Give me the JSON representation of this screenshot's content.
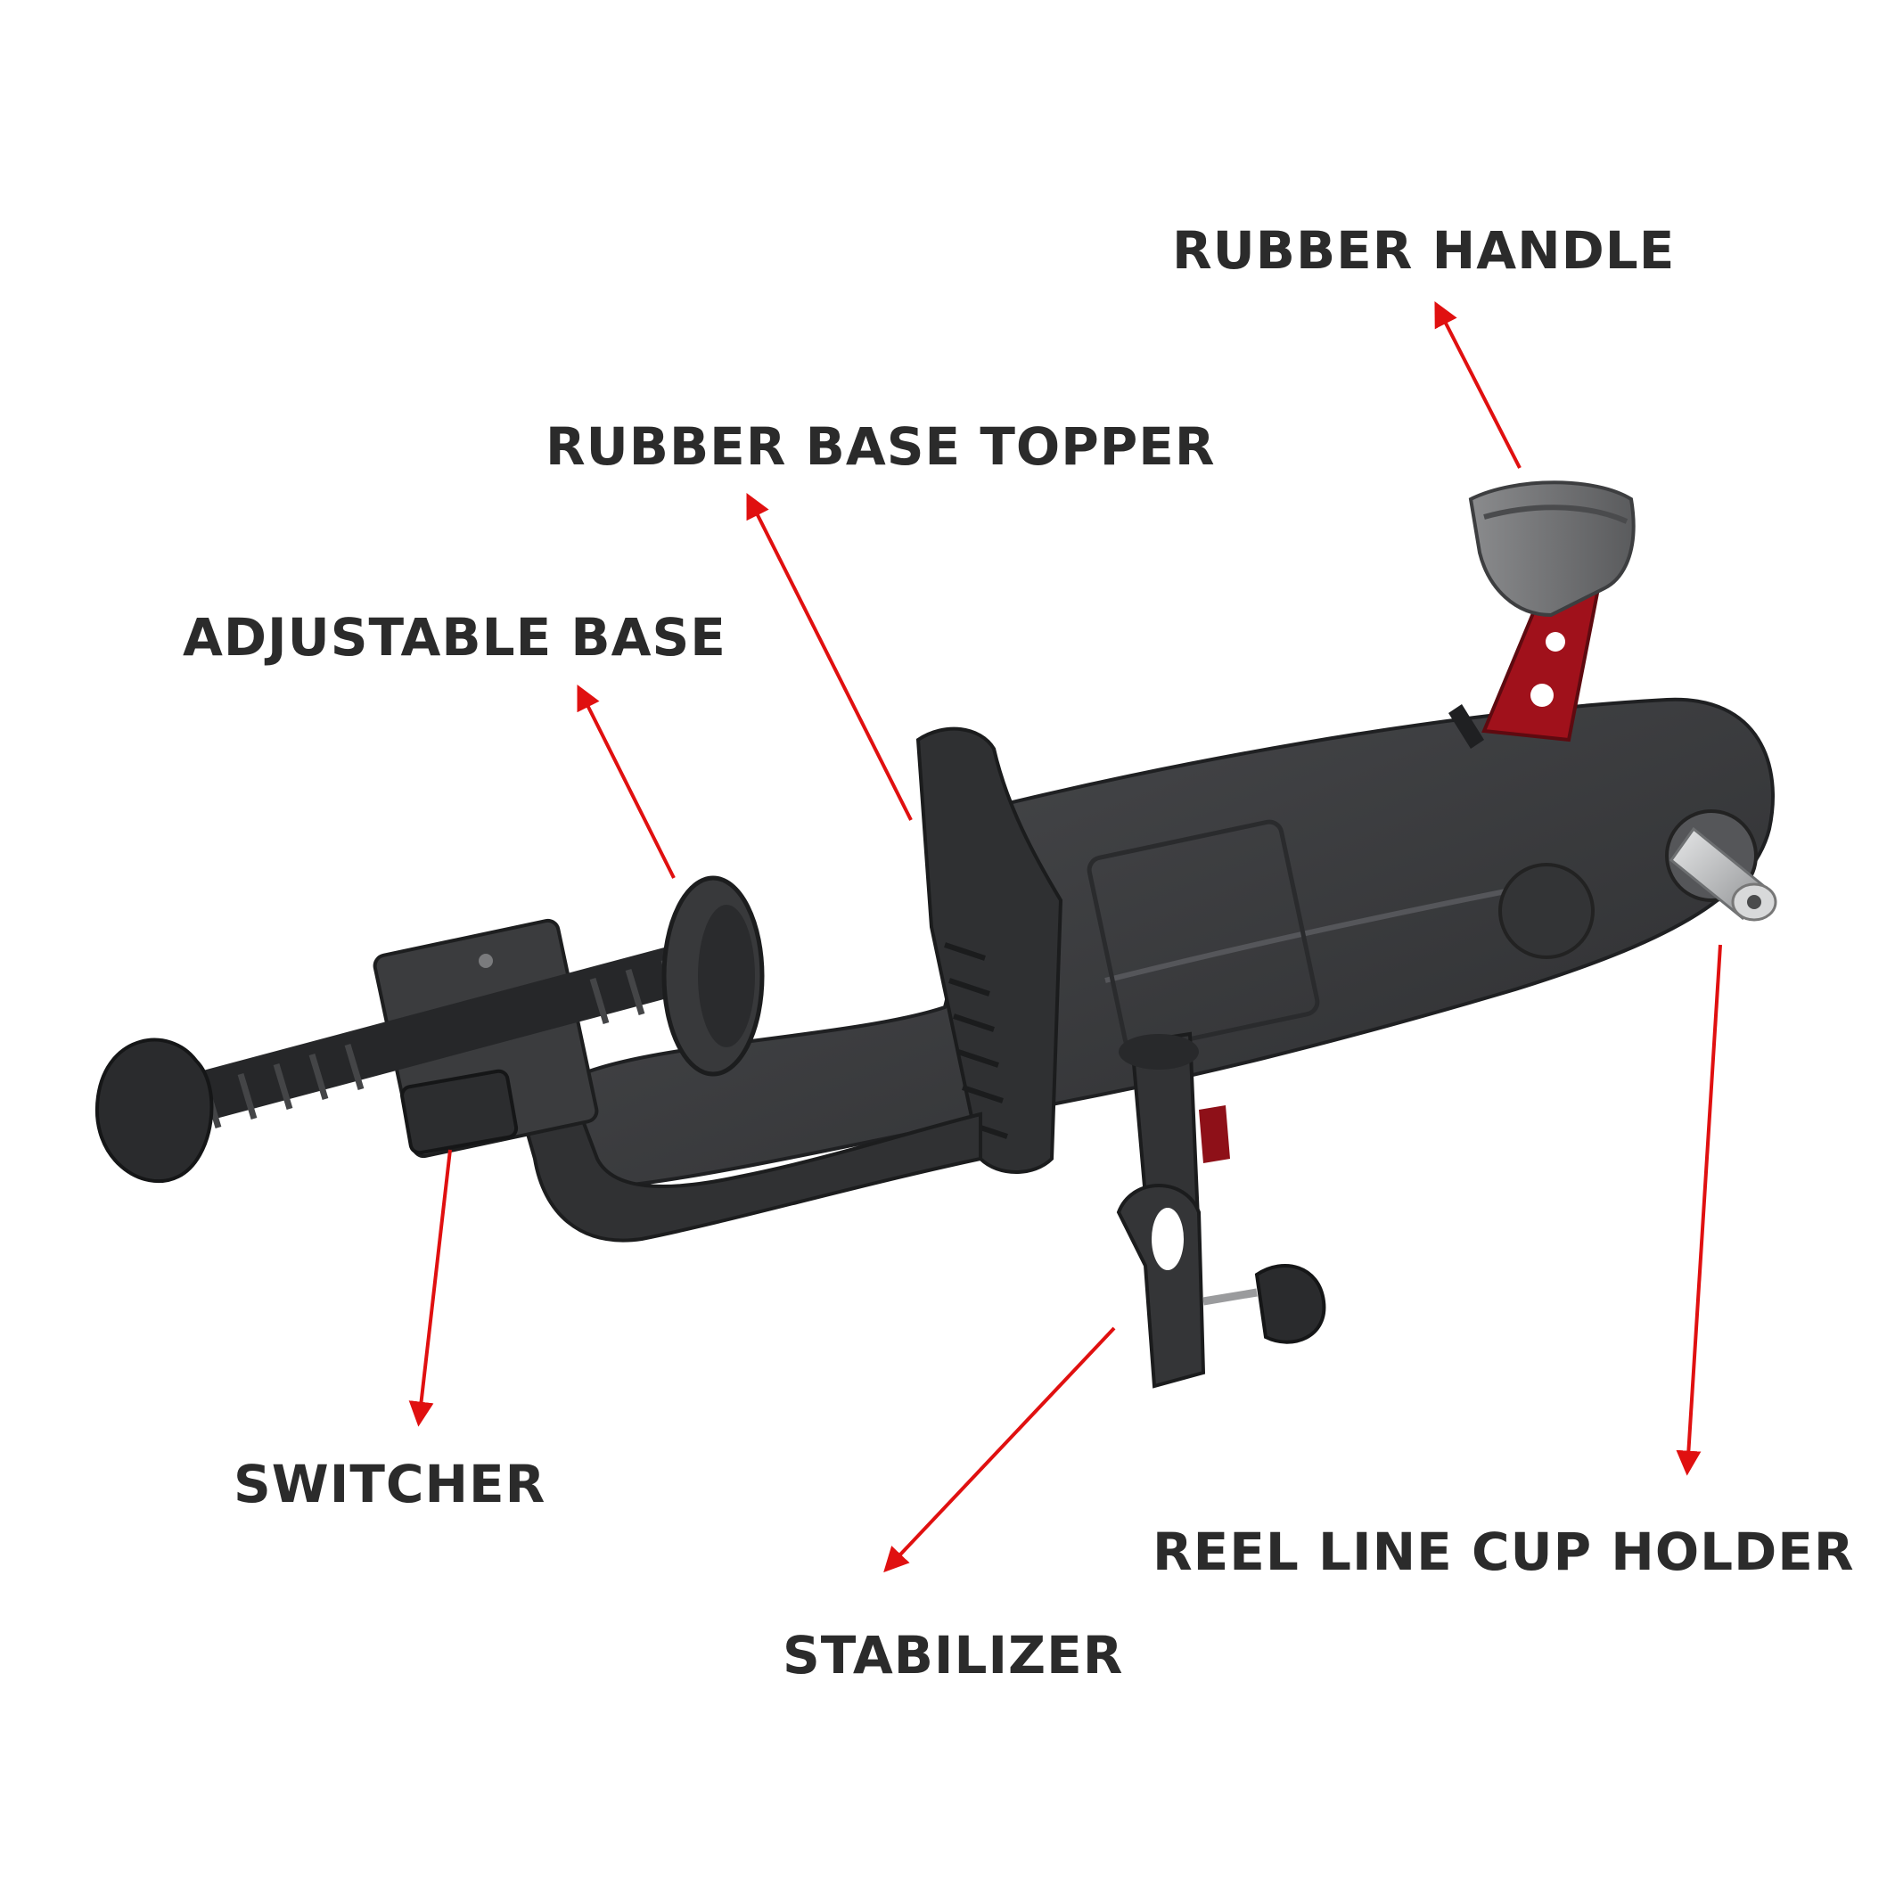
{
  "colors": {
    "background": "#ffffff",
    "label_text": "#2b2b2b",
    "arrow": "#e01010",
    "body_plastic": "#3a3b3d",
    "body_edge": "#1f2022",
    "handle_arm": "#a0111b",
    "rubber_grip": "#6e6f71",
    "steel": "#b9bbbd"
  },
  "labels": {
    "rubber_handle": "RUBBER HANDLE",
    "rubber_base_topper": "RUBBER BASE TOPPER",
    "adjustable_base": "ADJUSTABLE BASE",
    "switcher": "SWITCHER",
    "stabilizer": "STABILIZER",
    "reel_line_cup_holder": "REEL LINE CUP HOLDER"
  }
}
